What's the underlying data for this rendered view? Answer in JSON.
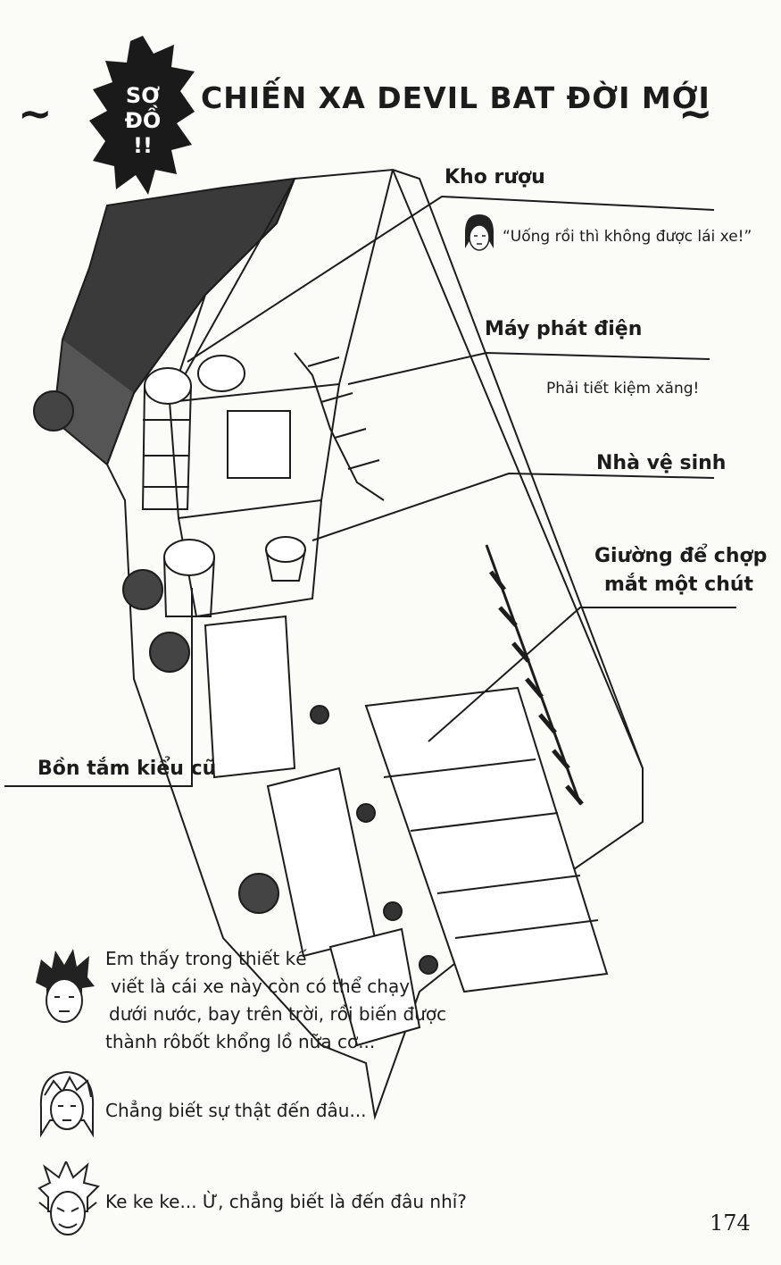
{
  "badge": {
    "line1": "SƠ",
    "line2": "ĐỒ",
    "line3": "!!"
  },
  "title": {
    "tilde_left": "~",
    "text": "CHIẾN XA DEVIL BAT ĐỜI MỚI",
    "tilde_right": "~"
  },
  "labels": {
    "liquor": "Kho rượu",
    "liquor_quote": "“Uống rồi thì không được lái xe!”",
    "generator": "Máy phát điện",
    "generator_note": "Phải tiết kiệm xăng!",
    "toilet": "Nhà vệ sinh",
    "bed_line1": "Giường để chợp",
    "bed_line2": "mắt một chút",
    "bathtub": "Bồn tắm kiểu cũ"
  },
  "dialogue": {
    "boy_lines": [
      "Em thấy trong thiết kế",
      "viết là cái xe này còn có thể chạy",
      "dưới nước, bay trên trời, rồi biến được",
      "thành rôbốt khổng lồ nữa cơ..."
    ],
    "girl_line": "Chẳng biết sự thật đến đâu...",
    "hiruma_line": "Ke ke ke... Ừ, chẳng biết là đến đâu nhỉ?"
  },
  "page_number": "174",
  "colors": {
    "ink": "#1c1c1c",
    "paper": "#fbfbf8",
    "badge": "#1a1a1a"
  }
}
